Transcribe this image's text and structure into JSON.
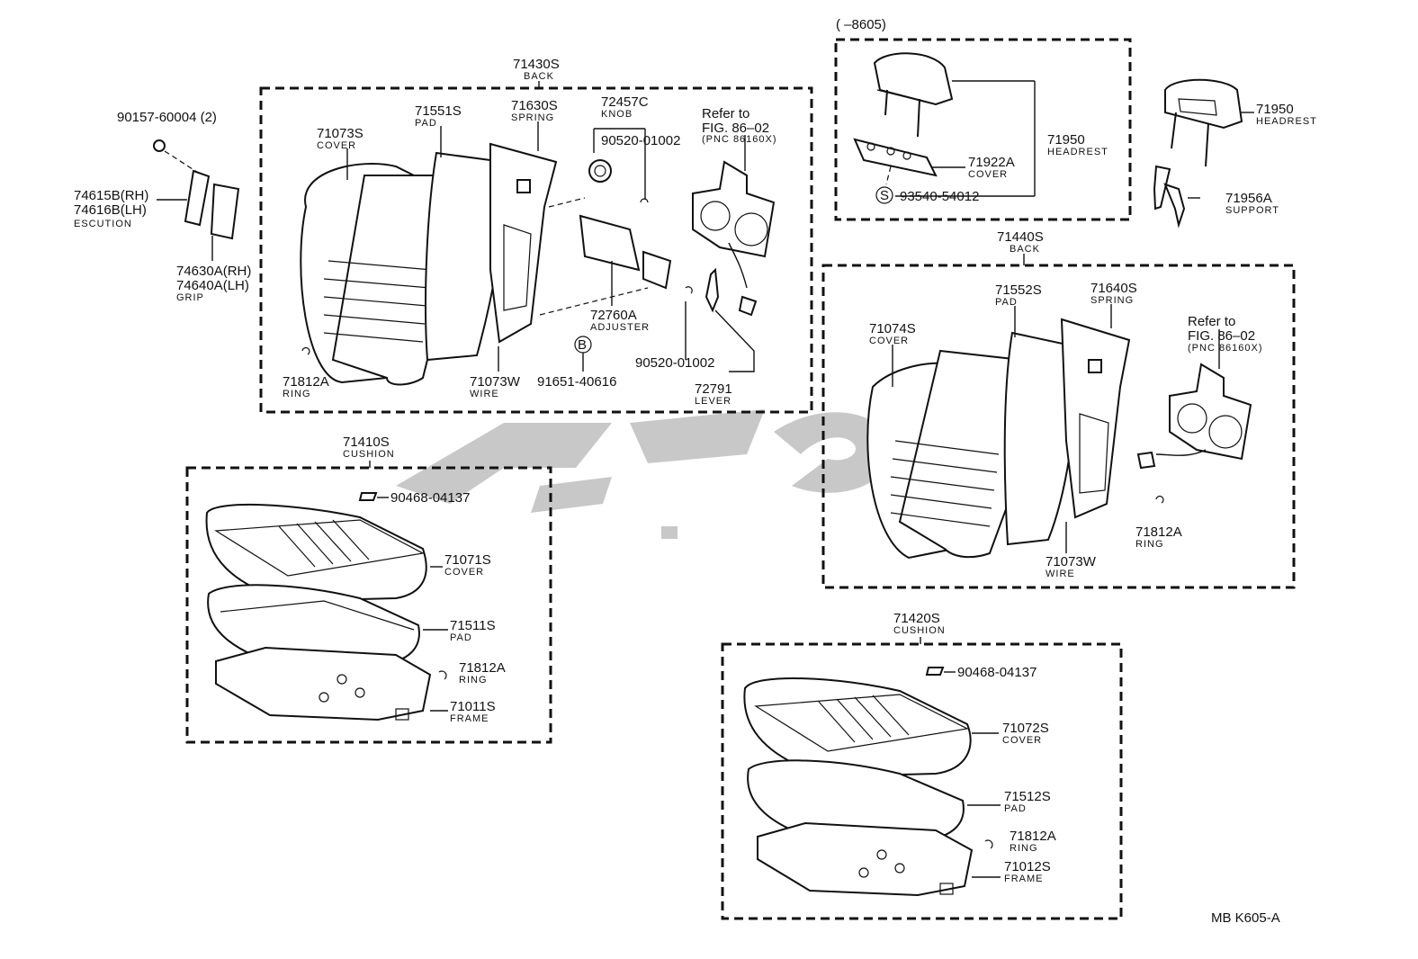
{
  "figure_code": "MB K605-A",
  "watermark": "تویوتا",
  "headrest_group": {
    "range_label": "(        –8605)",
    "headrest_pn": "71950",
    "headrest_nm": "HEADREST",
    "cover_pn": "71922A",
    "cover_nm": "COVER",
    "screw_pn": "93540-54012",
    "screw_mark": "S"
  },
  "headrest_right": {
    "headrest_pn": "71950",
    "headrest_nm": "HEADREST",
    "support_pn": "71956A",
    "support_nm": "SUPPORT"
  },
  "escution": {
    "screw_pn": "90157-60004 (2)",
    "esc_rh": "74615B(RH)",
    "esc_lh": "74616B(LH)",
    "esc_nm": "ESCUTION",
    "grip_rh": "74630A(RH)",
    "grip_lh": "74640A(LH)",
    "grip_nm": "GRIP"
  },
  "back_left": {
    "group_pn": "71430S",
    "group_nm": "BACK",
    "cover_pn": "71073S",
    "cover_nm": "COVER",
    "pad_pn": "71551S",
    "pad_nm": "PAD",
    "spring_pn": "71630S",
    "spring_nm": "SPRING",
    "knob_pn": "72457C",
    "knob_nm": "KNOB",
    "clip_pn": "90520-01002",
    "refer_1": "Refer to",
    "refer_2": "FIG. 86–02",
    "refer_3": "(PNC 86160X)",
    "adjuster_pn": "72760A",
    "adjuster_nm": "ADJUSTER",
    "clip2_pn": "90520-01002",
    "lever_pn": "72791",
    "lever_nm": "LEVER",
    "ring_pn": "71812A",
    "ring_nm": "RING",
    "wire_pn": "71073W",
    "wire_nm": "WIRE",
    "bolt_pn": "91651-40616",
    "bolt_mark": "B"
  },
  "back_right": {
    "group_pn": "71440S",
    "group_nm": "BACK",
    "pad_pn": "71552S",
    "pad_nm": "PAD",
    "spring_pn": "71640S",
    "spring_nm": "SPRING",
    "cover_pn": "71074S",
    "cover_nm": "COVER",
    "refer_1": "Refer to",
    "refer_2": "FIG. 86–02",
    "refer_3": "(PNC 86160X)",
    "ring_pn": "71812A",
    "ring_nm": "RING",
    "wire_pn": "71073W",
    "wire_nm": "WIRE"
  },
  "cushion_left": {
    "group_pn": "71410S",
    "group_nm": "CUSHION",
    "clip_pn": "90468-04137",
    "cover_pn": "71071S",
    "cover_nm": "COVER",
    "pad_pn": "71511S",
    "pad_nm": "PAD",
    "ring_pn": "71812A",
    "ring_nm": "RING",
    "frame_pn": "71011S",
    "frame_nm": "FRAME"
  },
  "cushion_right": {
    "group_pn": "71420S",
    "group_nm": "CUSHION",
    "clip_pn": "90468-04137",
    "cover_pn": "71072S",
    "cover_nm": "COVER",
    "pad_pn": "71512S",
    "pad_nm": "PAD",
    "ring_pn": "71812A",
    "ring_nm": "RING",
    "frame_pn": "71012S",
    "frame_nm": "FRAME"
  }
}
